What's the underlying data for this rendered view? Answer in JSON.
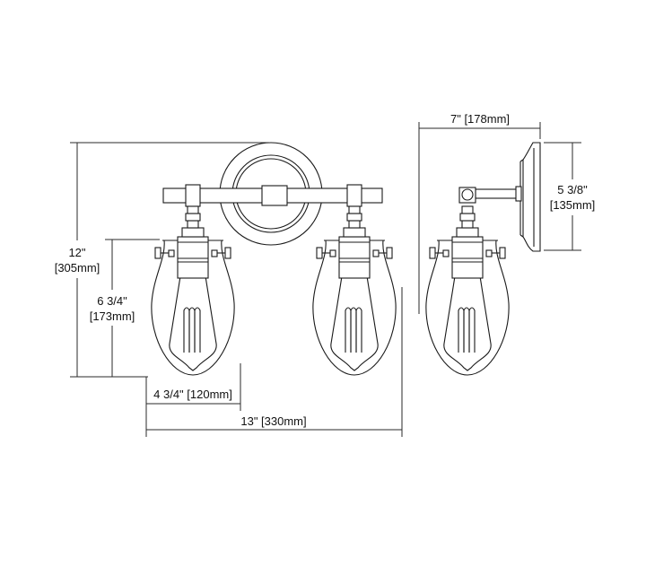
{
  "diagram": {
    "subject": "Two-light vanity wall sconce with Edison bulbs and clear glass shades",
    "views": [
      "front-view",
      "side-view"
    ],
    "colors": {
      "line": "#1a1a1a",
      "background": "#ffffff",
      "text": "#111111"
    }
  },
  "dimensions": {
    "overall_height": {
      "imperial": "12\"",
      "metric": "[305mm]"
    },
    "shade_height": {
      "imperial": "6 3/4\"",
      "metric": "[173mm]"
    },
    "shade_width": {
      "label": "4 3/4\" [120mm]"
    },
    "overall_width": {
      "label": "13\" [330mm]"
    },
    "extension": {
      "label": "7\" [178mm]"
    },
    "backplate_height": {
      "imperial": "5 3/8\"",
      "metric": "[135mm]"
    }
  }
}
